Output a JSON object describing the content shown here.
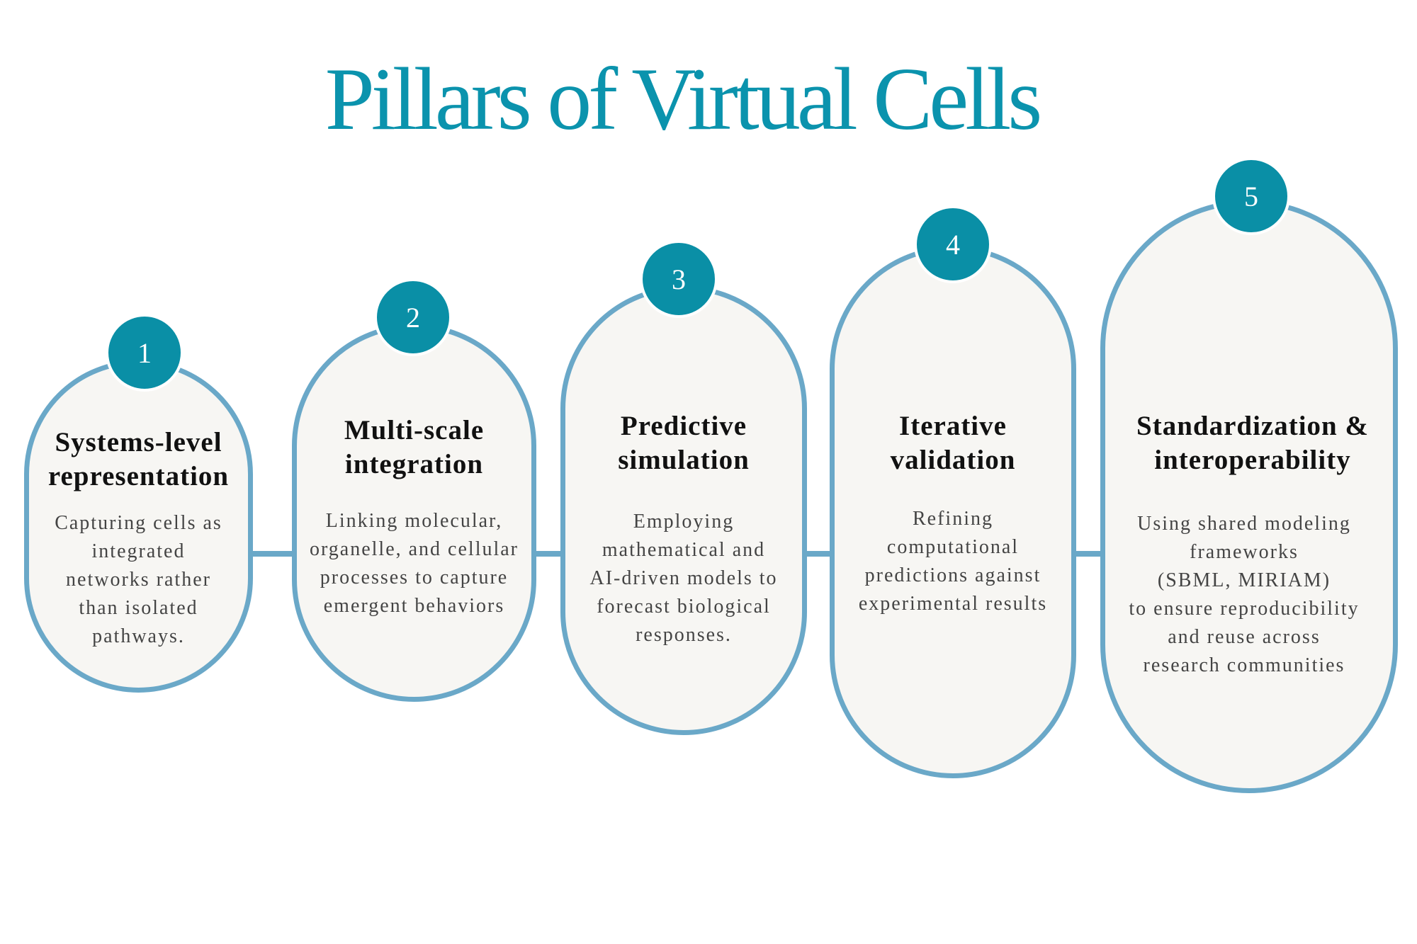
{
  "title": "Pillars of Virtual Cells",
  "colors": {
    "title": "#0b93ad",
    "badge": "#0a8fa6",
    "outline": "#6aa8c8",
    "fill": "#f7f6f3",
    "connector": "#6aa8c8"
  },
  "pillars": [
    {
      "number": "1",
      "title": "Systems-level\nrepresentation",
      "description": "Capturing cells as\nintegrated\nnetworks rather\nthan isolated\npathways."
    },
    {
      "number": "2",
      "title": "Multi-scale\nintegration",
      "description": "Linking molecular,\norganelle, and cellular\nprocesses to capture\nemergent behaviors"
    },
    {
      "number": "3",
      "title": "Predictive\nsimulation",
      "description": "Employing\nmathematical and\nAI-driven models to\nforecast biological\nresponses."
    },
    {
      "number": "4",
      "title": "Iterative\nvalidation",
      "description": "Refining\ncomputational\npredictions against\nexperimental results"
    },
    {
      "number": "5",
      "title": "Standardization &\ninteroperability",
      "description": "Using shared modeling\nframeworks\n(SBML, MIRIAM)\nto ensure reproducibility\nand reuse across\nresearch communities"
    }
  ]
}
